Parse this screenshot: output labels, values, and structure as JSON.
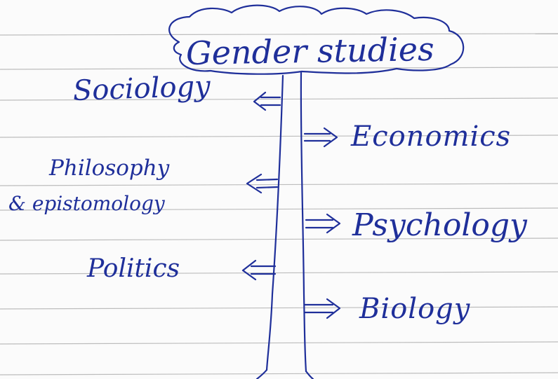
{
  "title": "Gender studies",
  "left_branches": [
    {
      "label": "Sociology"
    },
    {
      "label_lines": [
        "Philosophy",
        "& epistomology"
      ]
    },
    {
      "label": "Politics"
    }
  ],
  "right_branches": [
    {
      "label": "Economics"
    },
    {
      "label": "Psychology"
    },
    {
      "label": "Biology"
    }
  ],
  "ink_color": "#1f2f9a",
  "ruled_line_color": "#8a8a8a"
}
